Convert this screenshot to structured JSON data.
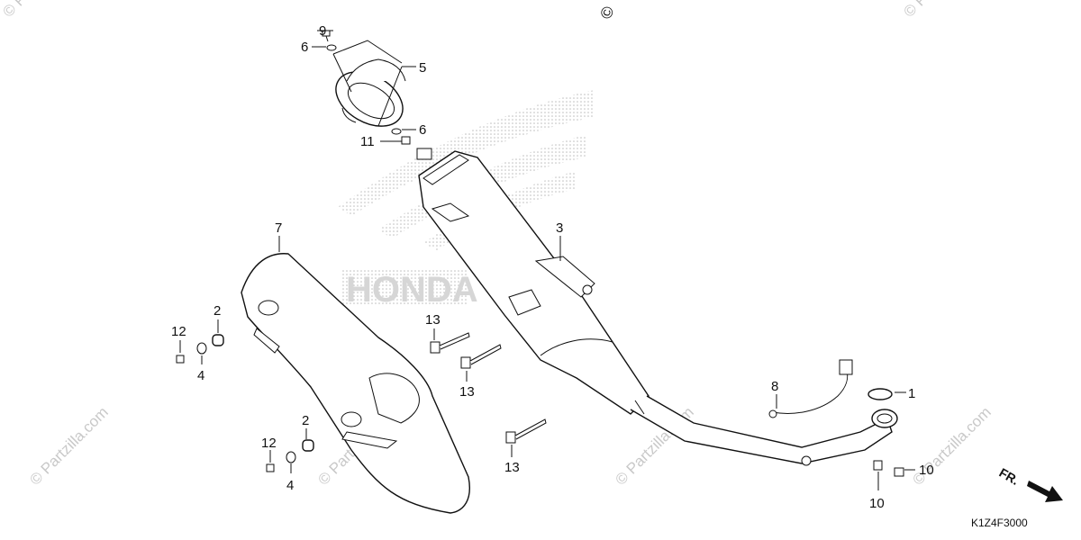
{
  "diagram": {
    "callouts": {
      "c1": "1",
      "c2a": "2",
      "c2b": "2",
      "c3": "3",
      "c4a": "4",
      "c4b": "4",
      "c5": "5",
      "c6a": "6",
      "c6b": "6",
      "c7": "7",
      "c8": "8",
      "c9": "9",
      "c10a": "10",
      "c10b": "10",
      "c11": "11",
      "c12a": "12",
      "c12b": "12",
      "c13a": "13",
      "c13b": "13",
      "c13c": "13"
    },
    "diagram_code": "K1Z4F3000",
    "front_arrow_label": "FR.",
    "copyright_mark": "©",
    "watermarks": {
      "w1": "© Partzilla.com",
      "w2": "© Partzilla.com",
      "w3": "© Partzilla.com",
      "w4": "© Partzilla.com",
      "w5": "© Partzilla.com",
      "w6": "© Partzilla.com"
    },
    "brand_logo_text": "HONDA"
  }
}
